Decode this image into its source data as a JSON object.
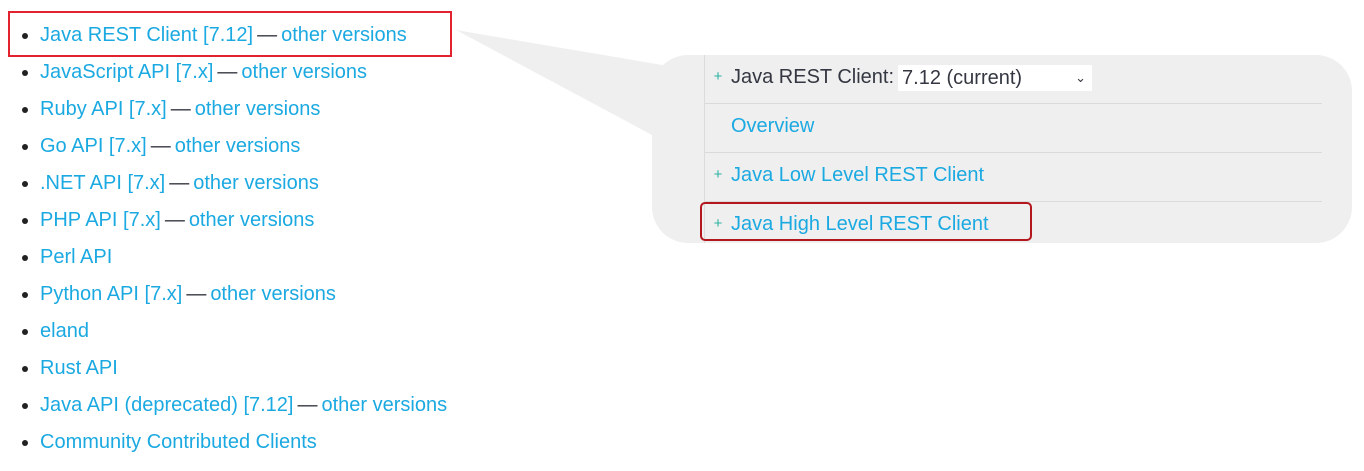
{
  "clients": [
    {
      "name": "Java REST Client [7.12]",
      "other": "other versions"
    },
    {
      "name": "JavaScript API [7.x]",
      "other": "other versions"
    },
    {
      "name": "Ruby API [7.x]",
      "other": "other versions"
    },
    {
      "name": "Go API [7.x]",
      "other": "other versions"
    },
    {
      "name": ".NET API [7.x]",
      "other": "other versions"
    },
    {
      "name": "PHP API [7.x]",
      "other": "other versions"
    },
    {
      "name": "Perl API"
    },
    {
      "name": "Python API [7.x]",
      "other": "other versions"
    },
    {
      "name": "eland"
    },
    {
      "name": "Rust API"
    },
    {
      "name": "Java API (deprecated) [7.12]",
      "other": "other versions"
    },
    {
      "name": "Community Contributed Clients"
    }
  ],
  "dash": "—",
  "nav": {
    "label": "Java REST Client:",
    "version_selected": "7.12 (current)",
    "chevron": "⌄",
    "plus": "+",
    "overview": "Overview",
    "low_level": "Java Low Level REST Client",
    "high_level": "Java High Level REST Client"
  },
  "colors": {
    "link": "#1ba9e1",
    "highlight_red": "#e2232f",
    "highlight_dark": "#b3171d",
    "bubble": "#efefef"
  }
}
